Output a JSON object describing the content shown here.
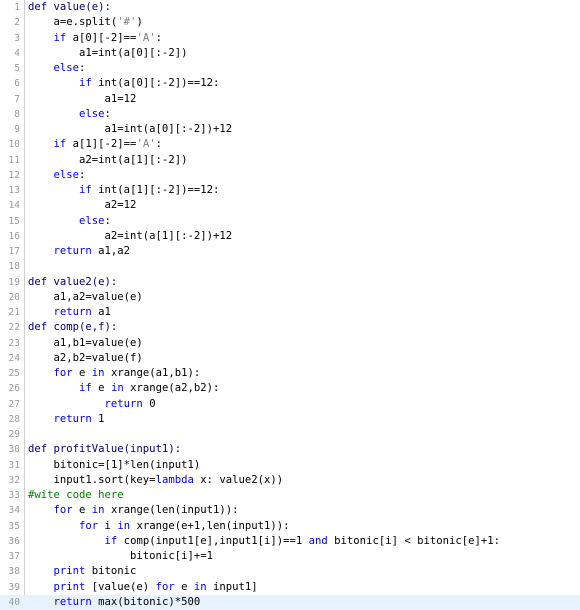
{
  "editor": {
    "current_line": 40,
    "colors": {
      "background": "#ffffff",
      "gutter_text": "#9a9a9a",
      "current_line_bg": "#e8f2fe",
      "keyword": "#0000ff",
      "comment": "#008000",
      "string": "#808080",
      "number": "#ff8000",
      "operator": "#000080"
    },
    "lines": [
      {
        "number": "1",
        "tokens": [
          {
            "t": "def value(e):",
            "k": "def"
          }
        ]
      },
      {
        "number": "2",
        "tokens": [
          {
            "t": "    a=e.split(",
            "k": "plain"
          },
          {
            "t": "'#'",
            "k": "str"
          },
          {
            "t": ")",
            "k": "plain"
          }
        ]
      },
      {
        "number": "3",
        "tokens": [
          {
            "t": "    ",
            "k": "plain"
          },
          {
            "t": "if",
            "k": "kw"
          },
          {
            "t": " a[0][-2]==",
            "k": "plain"
          },
          {
            "t": "'A'",
            "k": "str"
          },
          {
            "t": ":",
            "k": "plain"
          }
        ]
      },
      {
        "number": "4",
        "tokens": [
          {
            "t": "        a1=int(a[0][:-2])",
            "k": "plain"
          }
        ]
      },
      {
        "number": "5",
        "tokens": [
          {
            "t": "    ",
            "k": "plain"
          },
          {
            "t": "else",
            "k": "kw"
          },
          {
            "t": ":",
            "k": "plain"
          }
        ]
      },
      {
        "number": "6",
        "tokens": [
          {
            "t": "        ",
            "k": "plain"
          },
          {
            "t": "if",
            "k": "kw"
          },
          {
            "t": " int(a[0][:-2])==12:",
            "k": "plain"
          }
        ]
      },
      {
        "number": "7",
        "tokens": [
          {
            "t": "            a1=12",
            "k": "plain"
          }
        ]
      },
      {
        "number": "8",
        "tokens": [
          {
            "t": "        ",
            "k": "plain"
          },
          {
            "t": "else",
            "k": "kw"
          },
          {
            "t": ":",
            "k": "plain"
          }
        ]
      },
      {
        "number": "9",
        "tokens": [
          {
            "t": "            a1=int(a[0][:-2])+12",
            "k": "plain"
          }
        ]
      },
      {
        "number": "10",
        "tokens": [
          {
            "t": "    ",
            "k": "plain"
          },
          {
            "t": "if",
            "k": "kw"
          },
          {
            "t": " a[1][-2]==",
            "k": "plain"
          },
          {
            "t": "'A'",
            "k": "str"
          },
          {
            "t": ":",
            "k": "plain"
          }
        ]
      },
      {
        "number": "11",
        "tokens": [
          {
            "t": "        a2=int(a[1][:-2])",
            "k": "plain"
          }
        ]
      },
      {
        "number": "12",
        "tokens": [
          {
            "t": "    ",
            "k": "plain"
          },
          {
            "t": "else",
            "k": "kw"
          },
          {
            "t": ":",
            "k": "plain"
          }
        ]
      },
      {
        "number": "13",
        "tokens": [
          {
            "t": "        ",
            "k": "plain"
          },
          {
            "t": "if",
            "k": "kw"
          },
          {
            "t": " int(a[1][:-2])==12:",
            "k": "plain"
          }
        ]
      },
      {
        "number": "14",
        "tokens": [
          {
            "t": "            a2=12",
            "k": "plain"
          }
        ]
      },
      {
        "number": "15",
        "tokens": [
          {
            "t": "        ",
            "k": "plain"
          },
          {
            "t": "else",
            "k": "kw"
          },
          {
            "t": ":",
            "k": "plain"
          }
        ]
      },
      {
        "number": "16",
        "tokens": [
          {
            "t": "            a2=int(a[1][:-2])+12",
            "k": "plain"
          }
        ]
      },
      {
        "number": "17",
        "tokens": [
          {
            "t": "    ",
            "k": "plain"
          },
          {
            "t": "return",
            "k": "kw"
          },
          {
            "t": " a1,a2",
            "k": "plain"
          }
        ]
      },
      {
        "number": "18",
        "tokens": []
      },
      {
        "number": "19",
        "tokens": [
          {
            "t": "def value2(e):",
            "k": "def"
          }
        ]
      },
      {
        "number": "20",
        "tokens": [
          {
            "t": "    a1,a2=value(e)",
            "k": "plain"
          }
        ]
      },
      {
        "number": "21",
        "tokens": [
          {
            "t": "    ",
            "k": "plain"
          },
          {
            "t": "return",
            "k": "kw"
          },
          {
            "t": " a1",
            "k": "plain"
          }
        ]
      },
      {
        "number": "22",
        "tokens": [
          {
            "t": "def comp(e,f):",
            "k": "def"
          }
        ]
      },
      {
        "number": "23",
        "tokens": [
          {
            "t": "    a1,b1=value(e)",
            "k": "plain"
          }
        ]
      },
      {
        "number": "24",
        "tokens": [
          {
            "t": "    a2,b2=value(f)",
            "k": "plain"
          }
        ]
      },
      {
        "number": "25",
        "tokens": [
          {
            "t": "    ",
            "k": "plain"
          },
          {
            "t": "for",
            "k": "kw"
          },
          {
            "t": " e ",
            "k": "plain"
          },
          {
            "t": "in",
            "k": "kw"
          },
          {
            "t": " xrange(a1,b1):",
            "k": "plain"
          }
        ]
      },
      {
        "number": "26",
        "tokens": [
          {
            "t": "        ",
            "k": "plain"
          },
          {
            "t": "if",
            "k": "kw"
          },
          {
            "t": " e ",
            "k": "plain"
          },
          {
            "t": "in",
            "k": "kw"
          },
          {
            "t": " xrange(a2,b2):",
            "k": "plain"
          }
        ]
      },
      {
        "number": "27",
        "tokens": [
          {
            "t": "            ",
            "k": "plain"
          },
          {
            "t": "return",
            "k": "kw"
          },
          {
            "t": " 0",
            "k": "plain"
          }
        ]
      },
      {
        "number": "28",
        "tokens": [
          {
            "t": "    ",
            "k": "plain"
          },
          {
            "t": "return",
            "k": "kw"
          },
          {
            "t": " 1",
            "k": "plain"
          }
        ]
      },
      {
        "number": "29",
        "tokens": []
      },
      {
        "number": "30",
        "tokens": [
          {
            "t": "def profitValue(input1):",
            "k": "def"
          }
        ]
      },
      {
        "number": "31",
        "tokens": [
          {
            "t": "    bitonic=[1]*len(input1)",
            "k": "plain"
          }
        ]
      },
      {
        "number": "32",
        "tokens": [
          {
            "t": "    input1.sort(key=",
            "k": "plain"
          },
          {
            "t": "lambda",
            "k": "kw"
          },
          {
            "t": " x: value2(x))",
            "k": "plain"
          }
        ]
      },
      {
        "number": "33",
        "tokens": [
          {
            "t": "#wite code here",
            "k": "cmt"
          }
        ]
      },
      {
        "number": "34",
        "tokens": [
          {
            "t": "    ",
            "k": "plain"
          },
          {
            "t": "for",
            "k": "kw"
          },
          {
            "t": " e ",
            "k": "plain"
          },
          {
            "t": "in",
            "k": "kw"
          },
          {
            "t": " xrange(len(input1)):",
            "k": "plain"
          }
        ]
      },
      {
        "number": "35",
        "tokens": [
          {
            "t": "        ",
            "k": "plain"
          },
          {
            "t": "for",
            "k": "kw"
          },
          {
            "t": " i ",
            "k": "plain"
          },
          {
            "t": "in",
            "k": "kw"
          },
          {
            "t": " xrange(e+1,len(input1)):",
            "k": "plain"
          }
        ]
      },
      {
        "number": "36",
        "tokens": [
          {
            "t": "            ",
            "k": "plain"
          },
          {
            "t": "if",
            "k": "kw"
          },
          {
            "t": " comp(input1[e],input1[i])==1 ",
            "k": "plain"
          },
          {
            "t": "and",
            "k": "kw"
          },
          {
            "t": " bitonic[i] < bitonic[e]+1:",
            "k": "plain"
          }
        ]
      },
      {
        "number": "37",
        "tokens": [
          {
            "t": "                bitonic[i]+=1",
            "k": "plain"
          }
        ]
      },
      {
        "number": "38",
        "tokens": [
          {
            "t": "    ",
            "k": "plain"
          },
          {
            "t": "print",
            "k": "kw"
          },
          {
            "t": " bitonic",
            "k": "plain"
          }
        ]
      },
      {
        "number": "39",
        "tokens": [
          {
            "t": "    ",
            "k": "plain"
          },
          {
            "t": "print",
            "k": "kw"
          },
          {
            "t": " [value(e) ",
            "k": "plain"
          },
          {
            "t": "for",
            "k": "kw"
          },
          {
            "t": " e ",
            "k": "plain"
          },
          {
            "t": "in",
            "k": "kw"
          },
          {
            "t": " input1]",
            "k": "plain"
          }
        ]
      },
      {
        "number": "40",
        "tokens": [
          {
            "t": "    ",
            "k": "plain"
          },
          {
            "t": "return",
            "k": "kw"
          },
          {
            "t": " max(bitonic)*500",
            "k": "plain"
          }
        ]
      }
    ]
  }
}
